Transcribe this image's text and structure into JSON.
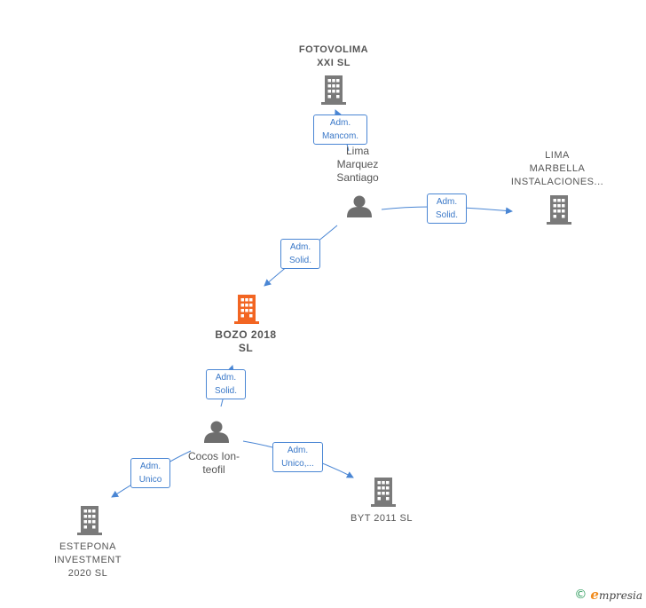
{
  "colors": {
    "edge": "#4a86d4",
    "company_icon": "#7a7a7a",
    "focus_icon": "#f26522",
    "person_icon": "#6e6e6e",
    "label_text": "#555555"
  },
  "nodes": {
    "fotovolima": {
      "type": "company",
      "label": "FOTOVOLIMA\nXXI  SL",
      "icon": "building-icon"
    },
    "lima_marbella": {
      "type": "company",
      "label": "LIMA\nMARBELLA\nINSTALACIONES...",
      "icon": "building-icon"
    },
    "lima_marquez": {
      "type": "person",
      "label": "Lima\nMarquez\nSantiago",
      "icon": "person-icon"
    },
    "bozo": {
      "type": "company",
      "label": "BOZO 2018\nSL",
      "icon": "building-icon",
      "focus": true
    },
    "cocos": {
      "type": "person",
      "label": "Cocos Ion-\nteofil",
      "icon": "person-icon"
    },
    "estepona": {
      "type": "company",
      "label": "ESTEPONA\nINVESTMENT\n2020  SL",
      "icon": "building-icon"
    },
    "byt": {
      "type": "company",
      "label": "BYT 2011 SL",
      "icon": "building-icon"
    }
  },
  "edges": {
    "e1": {
      "label": "Adm.\nMancom."
    },
    "e2": {
      "label": "Adm.\nSolid."
    },
    "e3": {
      "label": "Adm.\nSolid."
    },
    "e4": {
      "label": "Adm.\nSolid."
    },
    "e5": {
      "label": "Adm.\nUnico"
    },
    "e6": {
      "label": "Adm.\nUnico,..."
    }
  },
  "footer": {
    "copyright": "©",
    "brand_initial": "e",
    "brand_rest": "mpresia"
  }
}
